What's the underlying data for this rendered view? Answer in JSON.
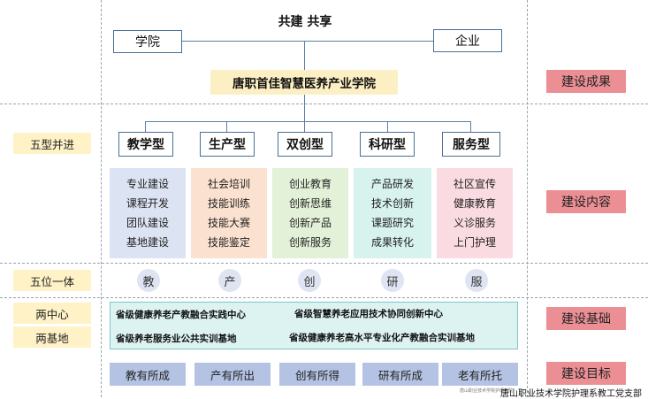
{
  "header": {
    "title": "共建 共享",
    "left_box": "学院",
    "right_box": "企业",
    "college": "唐职首佳智慧医养产业学院"
  },
  "right_labels": {
    "results": "建设成果",
    "content": "建设内容",
    "foundation": "建设基础",
    "goal": "建设目标"
  },
  "left_labels": {
    "five_types": "五型并进",
    "five_in_one": "五位一体",
    "two_centers": "两中心",
    "two_bases": "两基地"
  },
  "types": [
    {
      "title": "教学型",
      "items": [
        "专业建设",
        "课程开发",
        "团队建设",
        "基地建设"
      ],
      "circle": "教",
      "color": "#dce3f3"
    },
    {
      "title": "生产型",
      "items": [
        "社会培训",
        "技能训练",
        "技能大赛",
        "技能鉴定"
      ],
      "circle": "产",
      "color": "#fbe1cf"
    },
    {
      "title": "双创型",
      "items": [
        "创业教育",
        "创新思维",
        "创新产品",
        "创新服务"
      ],
      "circle": "创",
      "color": "#e2f1d7"
    },
    {
      "title": "科研型",
      "items": [
        "产品研发",
        "技术创新",
        "课题研究",
        "成果转化"
      ],
      "circle": "研",
      "color": "#d8f3ee"
    },
    {
      "title": "服务型",
      "items": [
        "社区宣传",
        "健康教育",
        "义诊服务",
        "上门护理"
      ],
      "circle": "服",
      "color": "#fbdbe2"
    }
  ],
  "bases": {
    "top_left": "省级健康养老产教融合实践中心",
    "top_right": "省级智慧养老应用技术协同创新中心",
    "bottom_left": "省级养老服务业公共实训基地",
    "bottom_right": "省级健康养老高水平专业化产教融合实训基地"
  },
  "goals": [
    "教有所成",
    "产有所出",
    "创有所得",
    "研有所成",
    "老有所托"
  ],
  "footer": {
    "seal_text": "唐山职业技术学院护理学院",
    "org": "唐山职业技术学院护理系教工党支部"
  },
  "colors": {
    "line": "#5b7fa6",
    "label_yellow": "#fff2c7",
    "label_red": "#ec8f95",
    "goal_blue": "#b4c3e3",
    "base_teal": "#dcf3f2"
  }
}
